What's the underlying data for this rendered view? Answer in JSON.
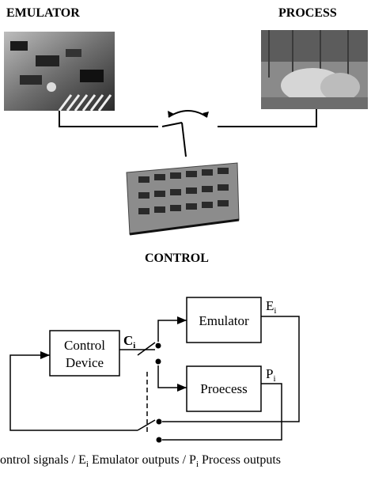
{
  "top": {
    "emulator_title": "EMULATOR",
    "process_title": "PROCESS",
    "control_title": "CONTROL"
  },
  "diagram": {
    "control_device": [
      "Control",
      "Device"
    ],
    "emulator": "Emulator",
    "process": "Proecess",
    "control_signal": {
      "base": "C",
      "sub": "i"
    },
    "emulator_output": {
      "base": "E",
      "sub": "i"
    },
    "process_output": {
      "base": "P",
      "sub": "i"
    }
  },
  "caption": {
    "c_text": "ontrol signals / E",
    "i1": "i",
    "e_text": " Emulator outputs / P",
    "i2": "i",
    "p_text": " Process outputs"
  }
}
